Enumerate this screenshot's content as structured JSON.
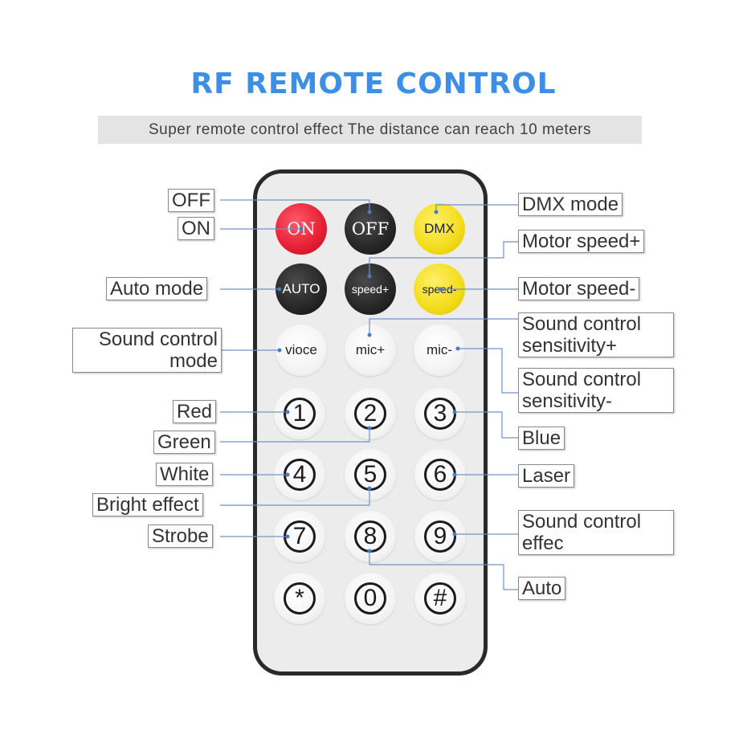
{
  "header": {
    "title": "RF REMOTE CONTROL",
    "subtitle": "Super remote control effect The distance can reach 10 meters"
  },
  "remote": {
    "buttons": {
      "on": "ON",
      "off": "OFF",
      "dmx": "DMX",
      "auto": "AUTO",
      "speed_up": "speed+",
      "speed_down": "speed-",
      "voice": "vioce",
      "mic_up": "mic+",
      "mic_down": "mic-",
      "k1": "1",
      "k2": "2",
      "k3": "3",
      "k4": "4",
      "k5": "5",
      "k6": "6",
      "k7": "7",
      "k8": "8",
      "k9": "9",
      "star": "*",
      "k0": "0",
      "hash": "#"
    },
    "colors": {
      "red": "#e51e34",
      "black": "#262626",
      "yellow": "#f3dc1a",
      "accent": "#3d8ee6"
    }
  },
  "callouts": {
    "off": "OFF",
    "on": "ON",
    "dmx_mode": "DMX mode",
    "motor_speed_up": "Motor speed+",
    "auto_mode": "Auto mode",
    "motor_speed_down": "Motor speed-",
    "sound_control_mode_1": "Sound control",
    "sound_control_mode_2": "mode",
    "sens_up_1": "Sound control",
    "sens_up_2": "sensitivity+",
    "sens_down_1": "Sound control",
    "sens_down_2": "sensitivity-",
    "red": "Red",
    "green": "Green",
    "blue": "Blue",
    "white": "White",
    "laser": "Laser",
    "bright_effect": "Bright effect",
    "strobe": "Strobe",
    "sound_effect_1": "Sound control",
    "sound_effect_2": "effec",
    "auto": "Auto"
  }
}
